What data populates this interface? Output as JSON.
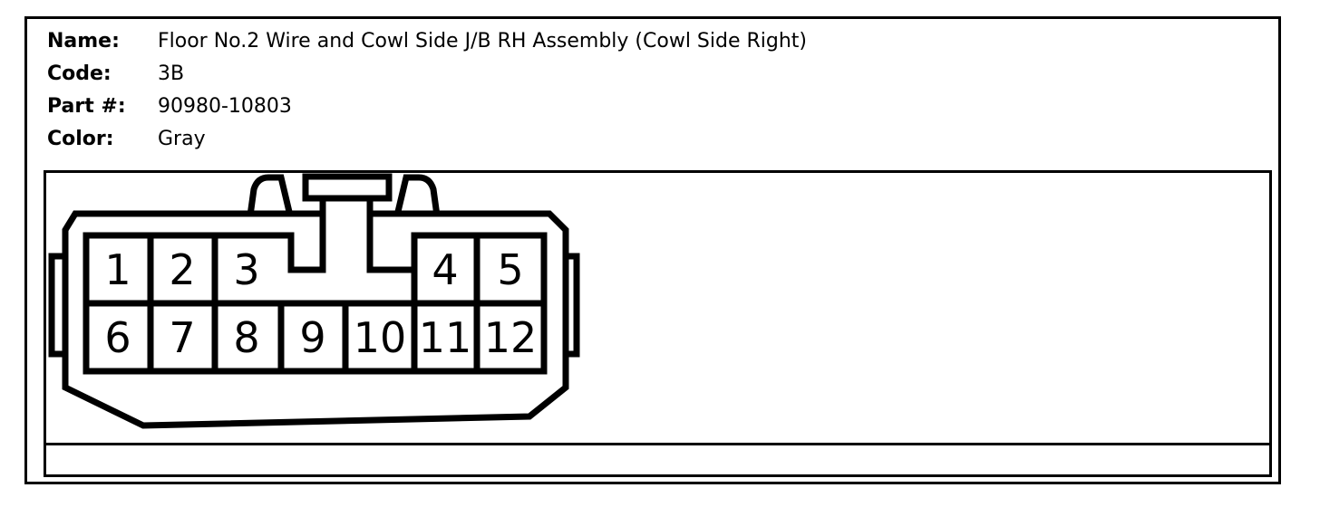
{
  "header": {
    "rows": [
      {
        "label": "Name:",
        "value": "Floor No.2 Wire and Cowl Side J/B RH Assembly (Cowl Side Right)"
      },
      {
        "label": "Code:",
        "value": "3B"
      },
      {
        "label": "Part #:",
        "value": "90980-10803"
      },
      {
        "label": "Color:",
        "value": "Gray"
      }
    ]
  },
  "connector": {
    "top_row_pins": [
      "1",
      "2",
      "3",
      "4",
      "5"
    ],
    "bottom_row_pins": [
      "6",
      "7",
      "8",
      "9",
      "10",
      "11",
      "12"
    ],
    "colors": {
      "line": "#000000",
      "fill": "#ffffff"
    }
  }
}
